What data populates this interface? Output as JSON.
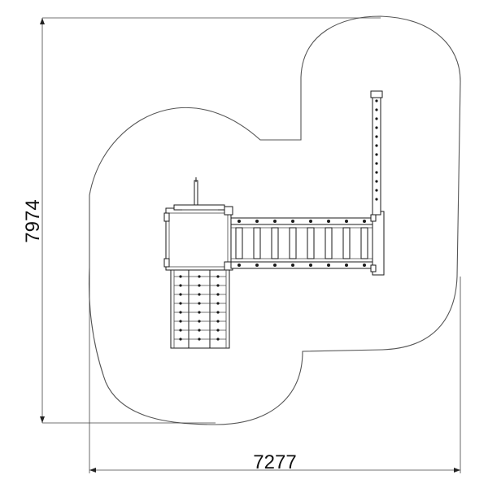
{
  "dimensions": {
    "height_label": "7974",
    "width_label": "7277"
  },
  "colors": {
    "line": "#1a1a1a",
    "zone": "#555555",
    "background": "#ffffff"
  },
  "components": {
    "safety_zone": "safety-zone-outline",
    "tower": "tower-platform",
    "bridge": "horizontal-ladder-bridge",
    "ladder": "climbing-ladder",
    "pole": "vertical-climbing-pole",
    "flag_post": "flag-post"
  }
}
